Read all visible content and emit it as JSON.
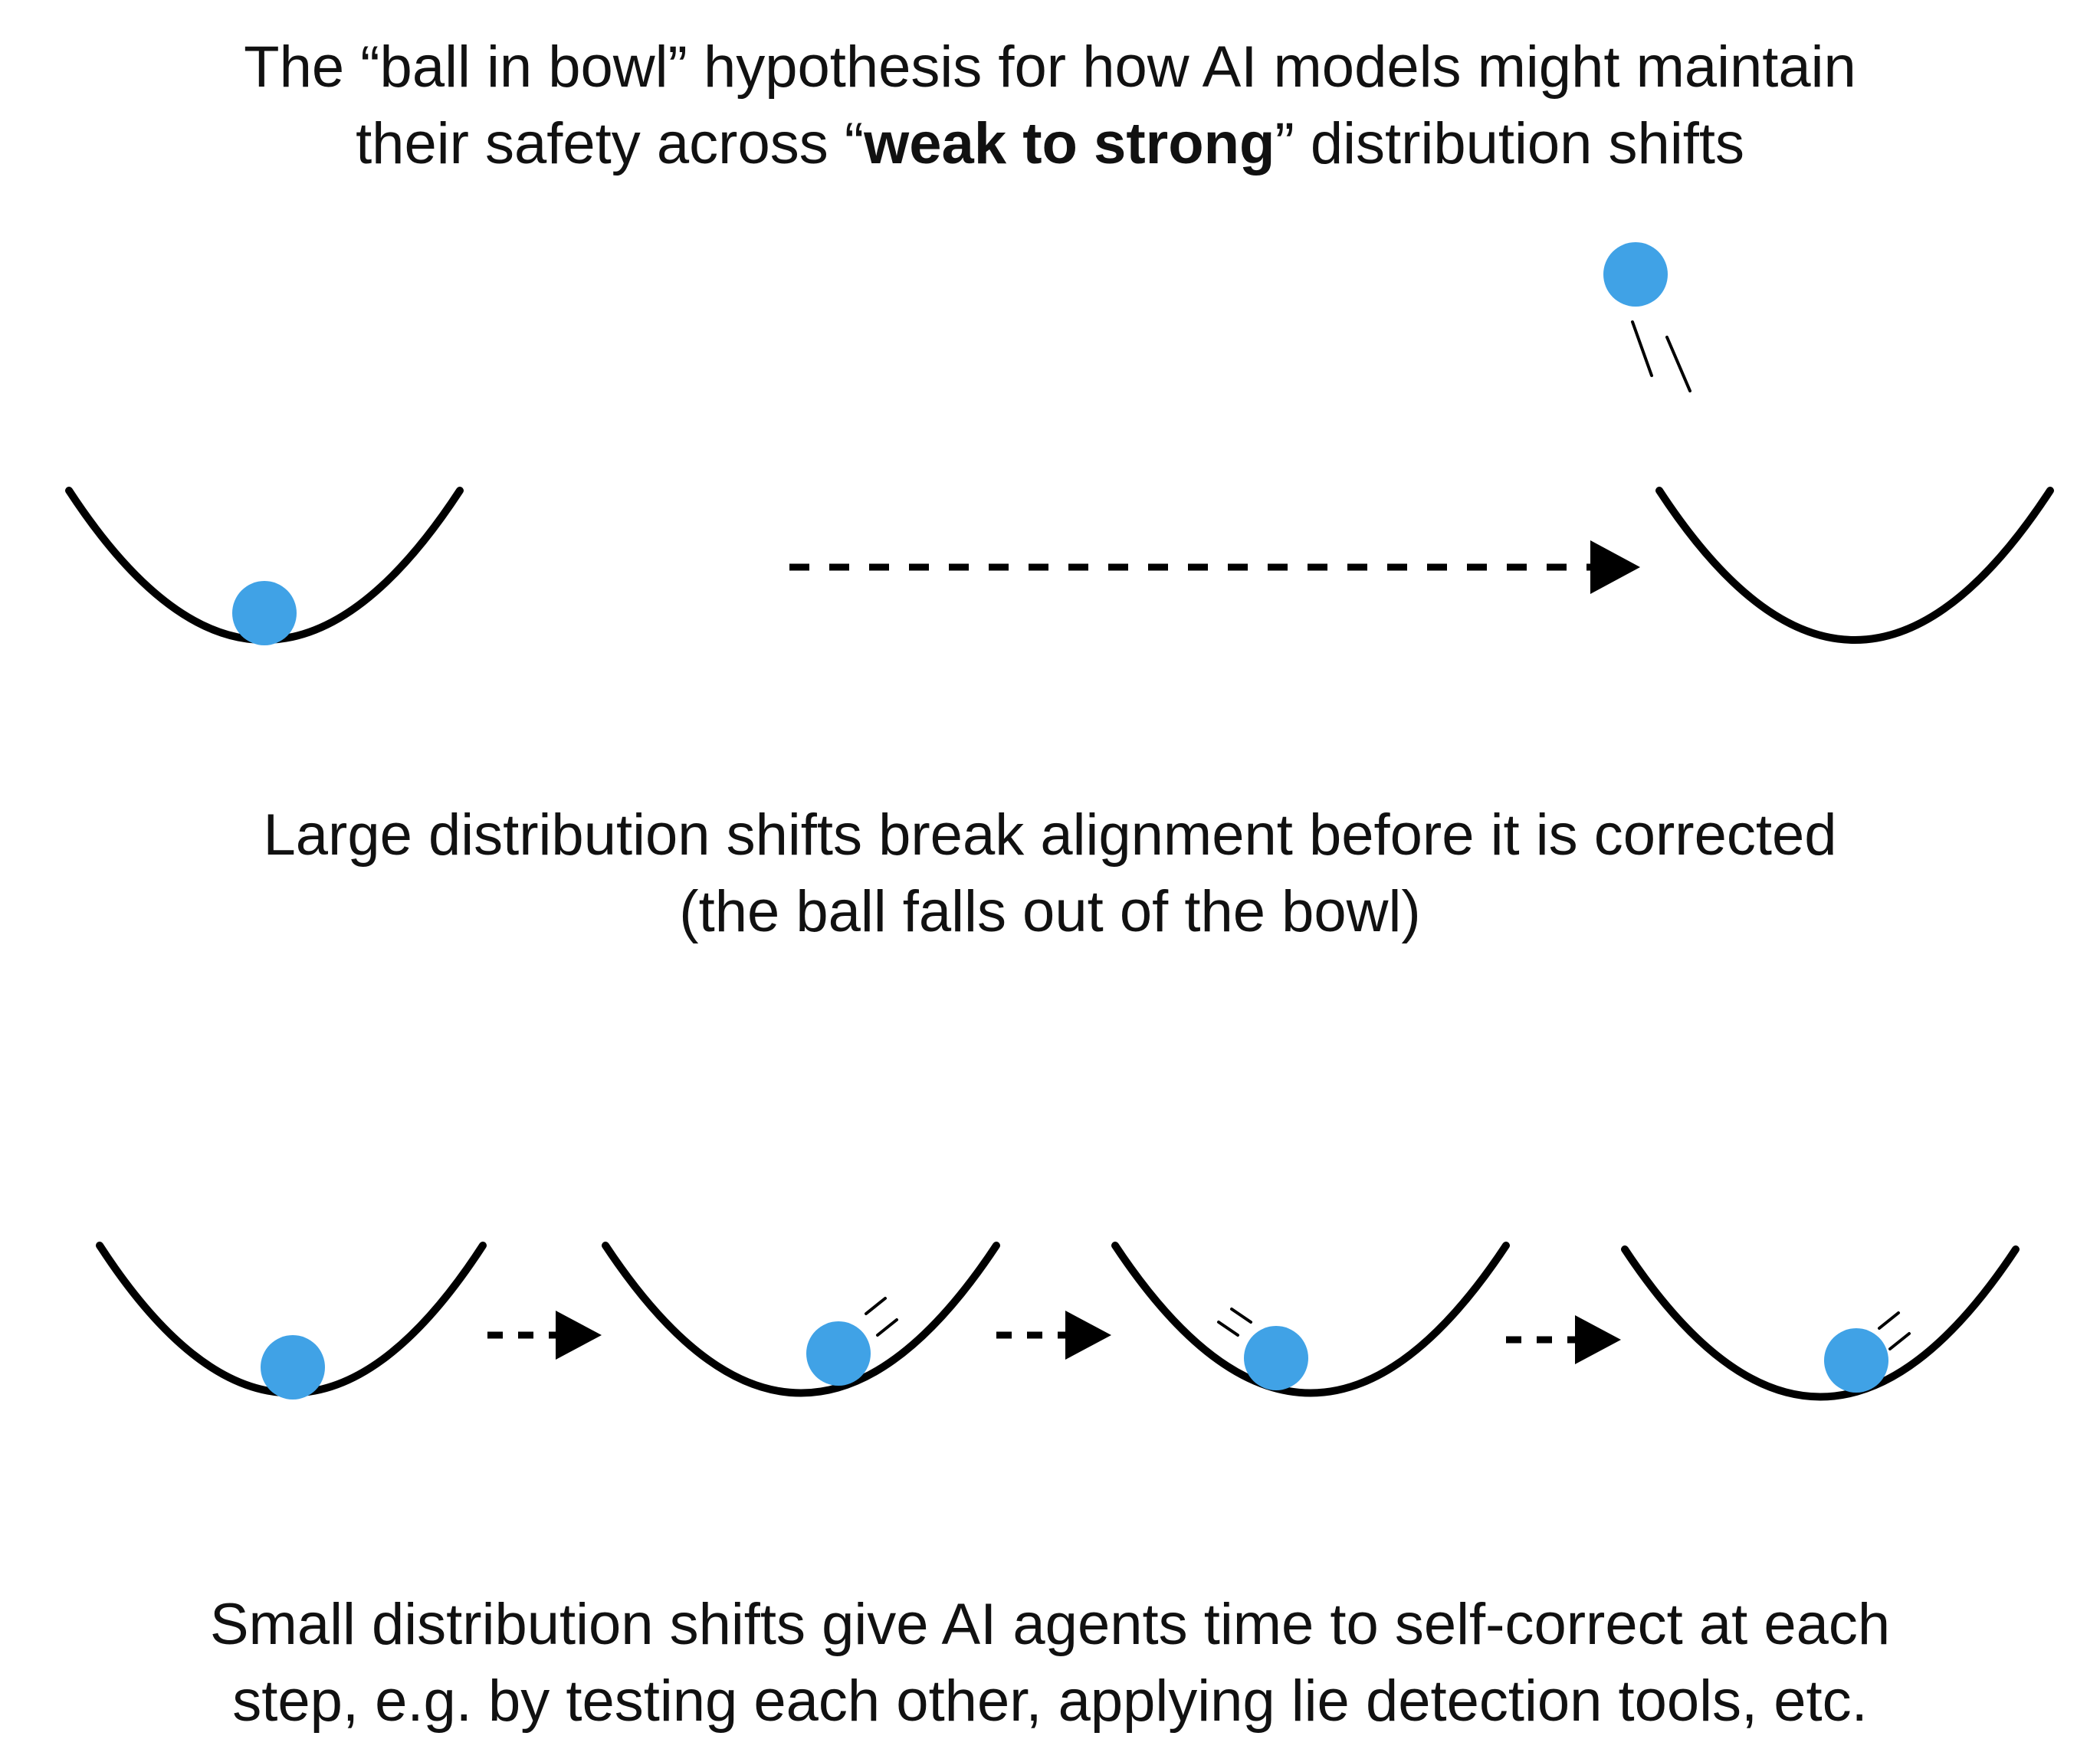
{
  "title": {
    "line1": "The “ball in bowl” hypothesis for how AI models might maintain",
    "line2_prefix": "their safety across “",
    "line2_bold": "weak to strong",
    "line2_suffix": "” distribution shifts"
  },
  "large_shift": {
    "caption_line1": "Large distribution shifts break alignment before it is corrected",
    "caption_line2": "(the ball falls out of the bowl)"
  },
  "small_shift": {
    "caption_line1": "Small distribution shifts give AI agents time to self-correct at each",
    "caption_line2": "step, e.g. by testing each other, applying lie detection tools, etc."
  },
  "colors": {
    "ball": "#40a2e6",
    "line": "#000000"
  }
}
